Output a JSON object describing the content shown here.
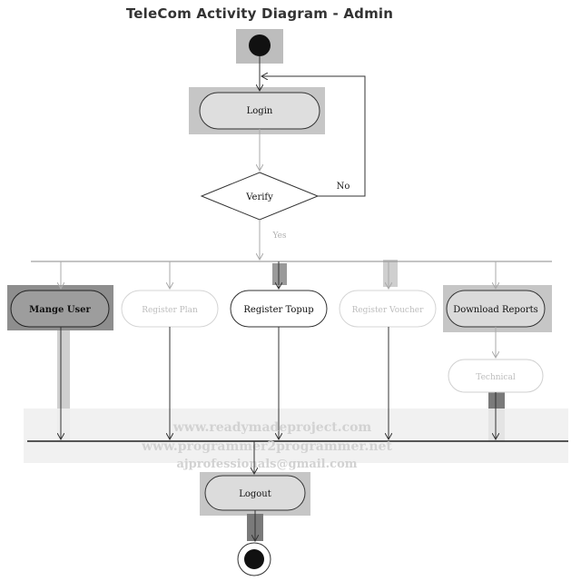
{
  "diagram": {
    "title": "TeleCom Activity Diagram - Admin",
    "nodes": {
      "login": "Login",
      "verify": "Verify",
      "manage_user": "Mange User",
      "register_plan": "Register Plan",
      "register_topup": "Register Topup",
      "register_voucher": "Register Voucher",
      "download_reports": "Download Reports",
      "technical": "Technical",
      "logout": "Logout"
    },
    "edges": {
      "no": "No",
      "yes": "Yes"
    },
    "watermark": [
      "www.readymadeproject.com",
      "www.programmer2programmer.net",
      "ajprofessionals@gmail.com"
    ]
  }
}
